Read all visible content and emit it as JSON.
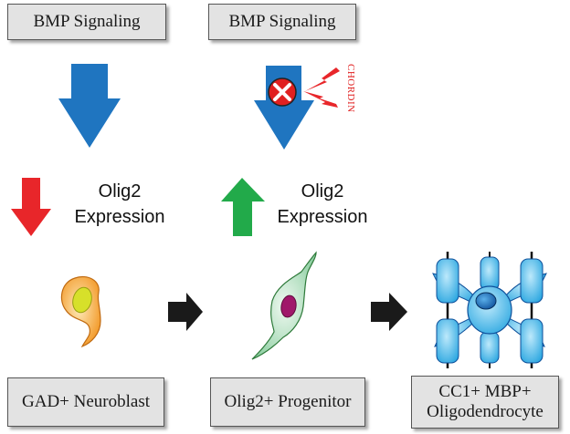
{
  "signal_boxes": [
    {
      "label": "BMP Signaling"
    },
    {
      "label": "BMP Signaling"
    }
  ],
  "inhibitor": {
    "label": "CHORDIN"
  },
  "expression": [
    {
      "line1": "Olig2",
      "line2": "Expression",
      "direction": "down",
      "color": "#e8262a"
    },
    {
      "line1": "Olig2",
      "line2": "Expression",
      "direction": "up",
      "color": "#22aa4a"
    }
  ],
  "stages": [
    {
      "label": "GAD+ Neuroblast"
    },
    {
      "label": "Olig2+ Progenitor"
    },
    {
      "line1": "CC1+ MBP+",
      "line2": "Oligodendrocyte"
    }
  ],
  "colors": {
    "bmp_arrow": "#1f75c0",
    "progression_arrow": "#1a1a1a",
    "block": "#e02020"
  }
}
